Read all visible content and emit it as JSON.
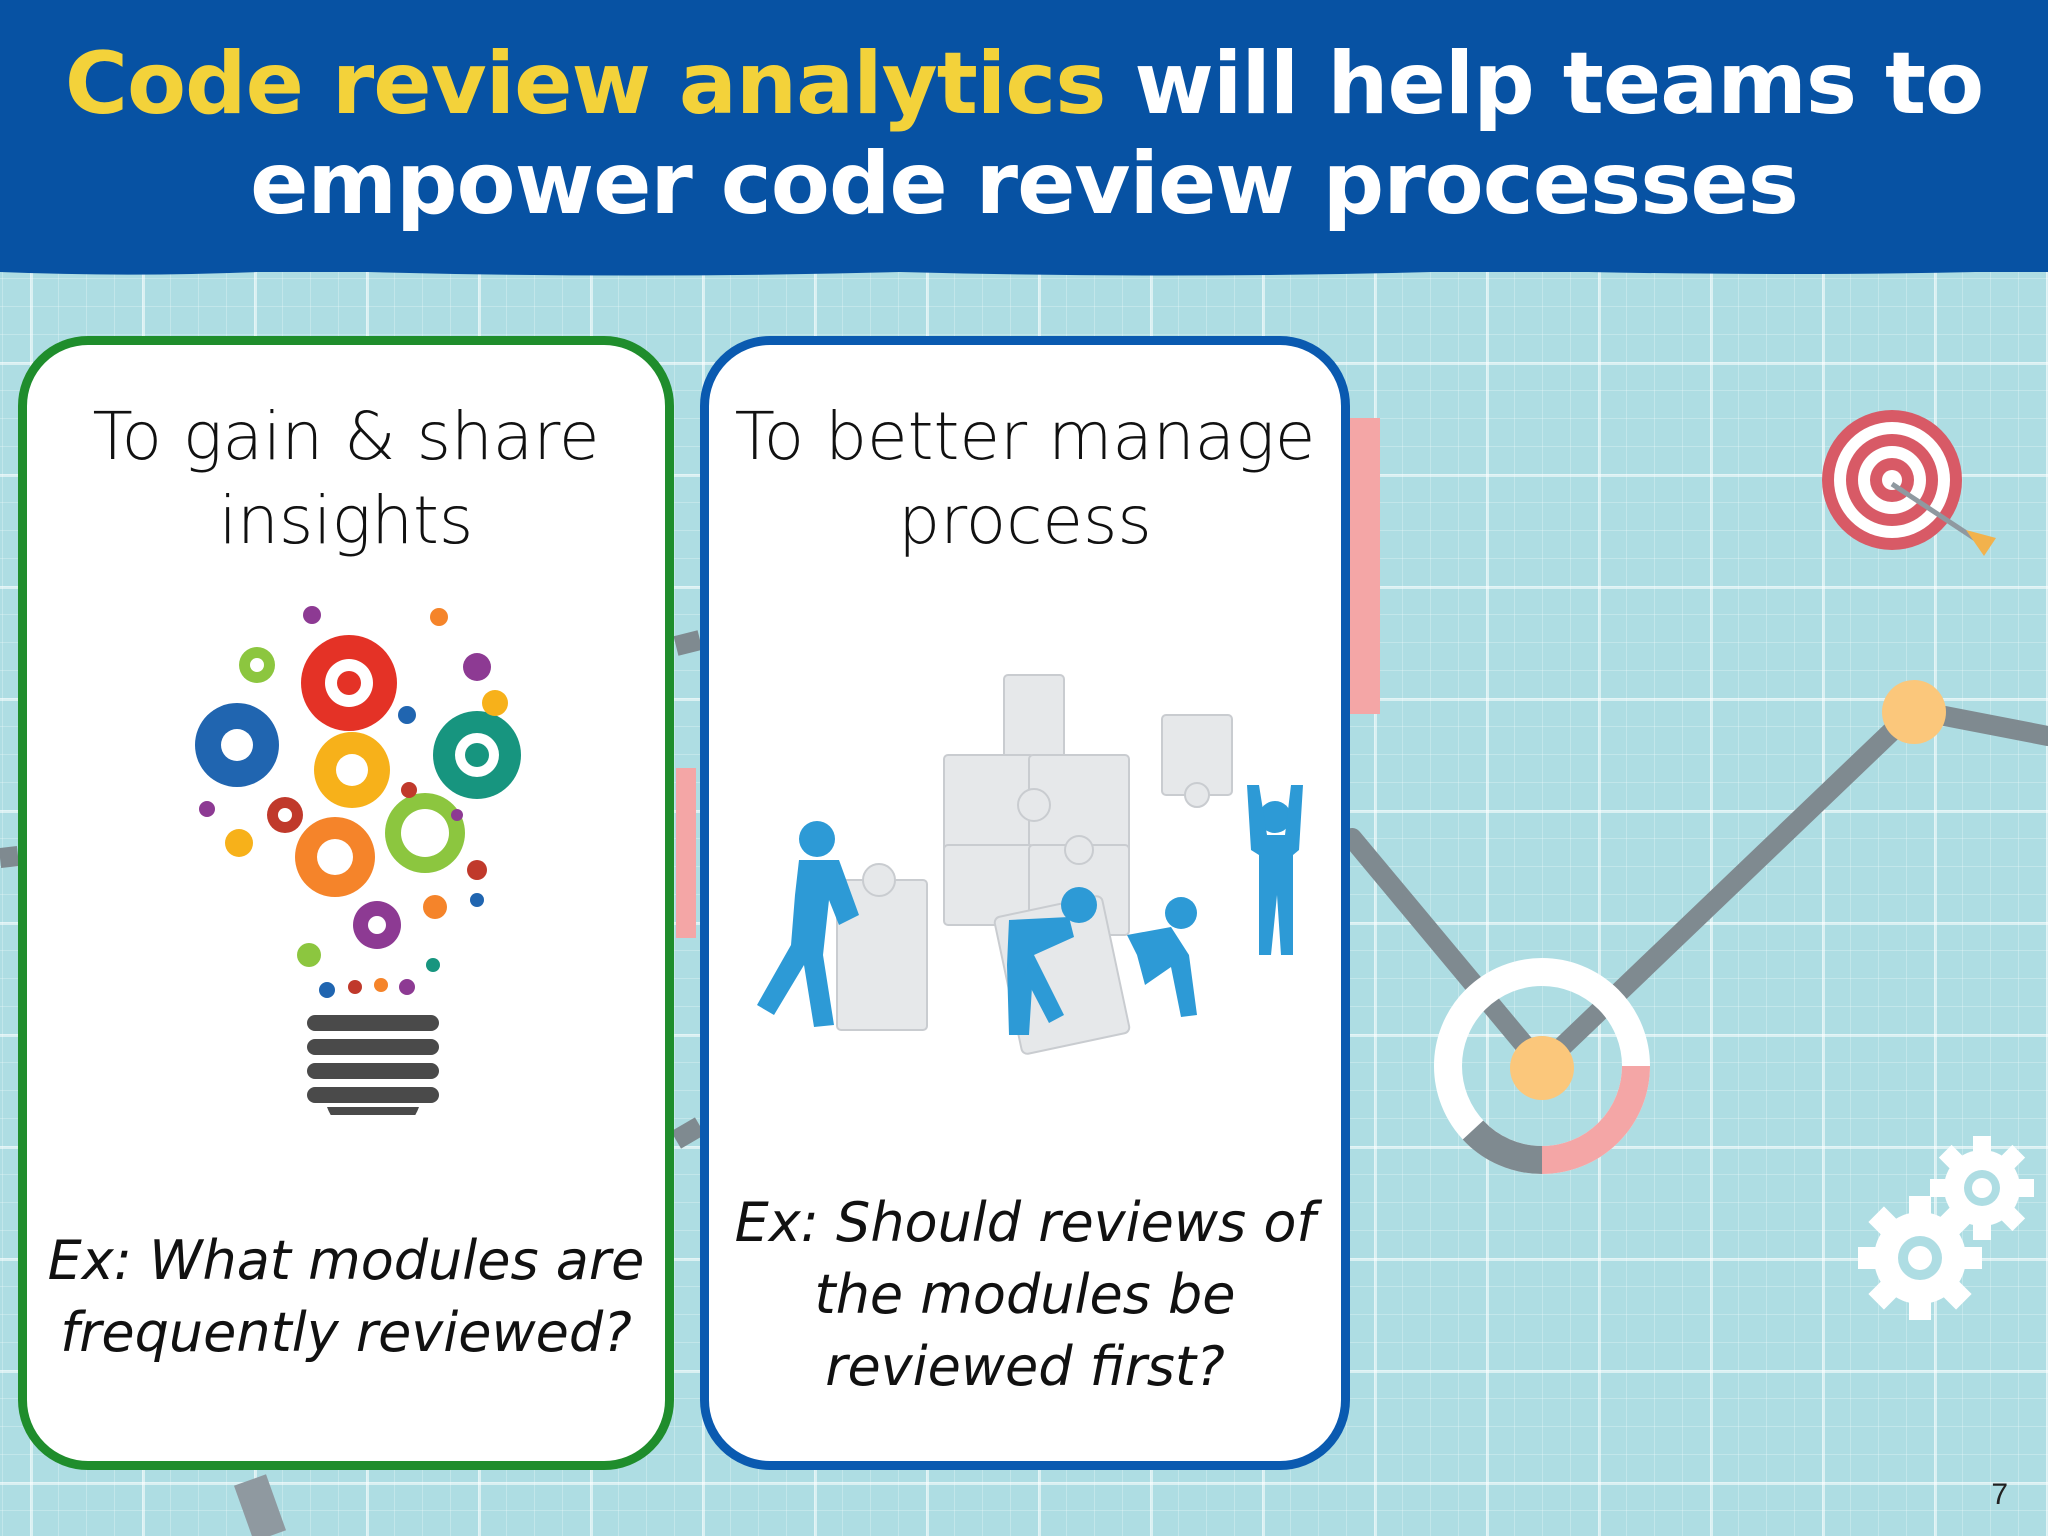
{
  "slide": {
    "title_highlight": "Code review analytics",
    "title_rest_line1": " will help teams to",
    "title_line2": "empower code review processes",
    "page_number": "7"
  },
  "cards": [
    {
      "heading_line1": "To gain & share",
      "heading_line2": "insights",
      "example_line1": "Ex: What modules are",
      "example_line2": "frequently reviewed?",
      "illustration": "lightbulb-gears-icon",
      "border_color": "#1f8d2c"
    },
    {
      "heading_line1": "To better manage",
      "heading_line2": "process",
      "example_line1": "Ex: Should reviews of",
      "example_line2": "the modules be",
      "example_line3": "reviewed first?",
      "illustration": "puzzle-team-icon",
      "border_color": "#0a5ab0"
    }
  ],
  "colors": {
    "header_bg": "#0752a3",
    "title_highlight": "#f3d23a",
    "background": "#aedde3"
  }
}
